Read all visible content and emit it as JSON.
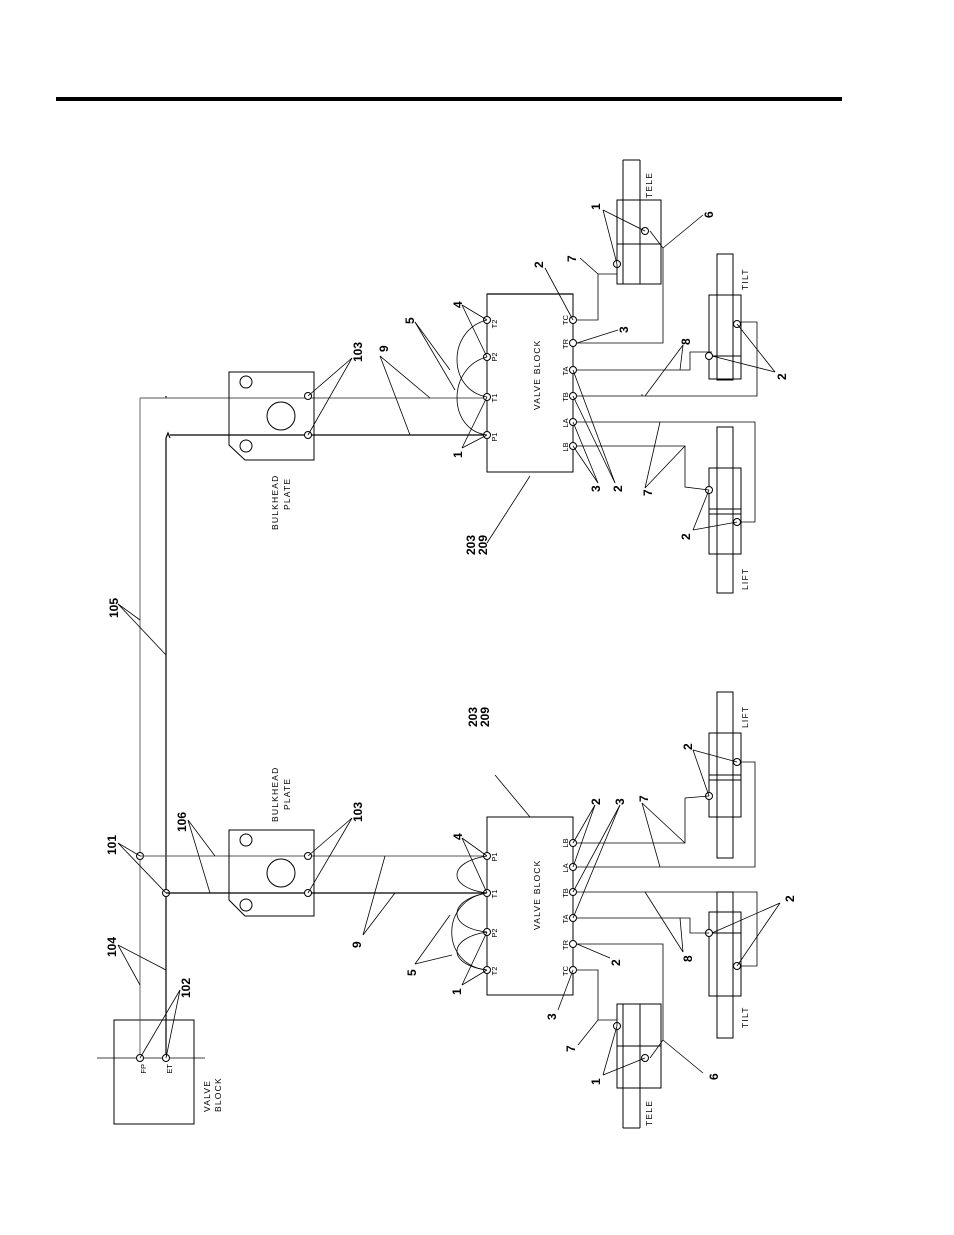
{
  "labels": {
    "valve_block_main_1": "VALVE",
    "valve_block_main_2": "BLOCK",
    "vb_top": "VALVE BLOCK",
    "vb_bottom": "VALVE BLOCK",
    "bulkhead_1": "BULKHEAD",
    "bulkhead_2": "PLATE",
    "tele": "TELE",
    "tilt": "TILT",
    "lift": "LIFT",
    "port_fp": "FP",
    "port_et": "ET",
    "port_p1": "P1",
    "port_t1": "T1",
    "port_p2": "P2",
    "port_t2": "T2",
    "port_tc": "TC",
    "port_tr": "TR",
    "port_ta": "TA",
    "port_tb": "TB",
    "port_la": "LA",
    "port_lb": "LB"
  },
  "callouts": {
    "c1": "1",
    "c2": "2",
    "c3": "3",
    "c4": "4",
    "c5": "5",
    "c6": "6",
    "c7": "7",
    "c8": "8",
    "c9": "9",
    "c101": "101",
    "c102": "102",
    "c103": "103",
    "c104": "104",
    "c105": "105",
    "c106": "106",
    "c203": "203",
    "c209": "209"
  }
}
